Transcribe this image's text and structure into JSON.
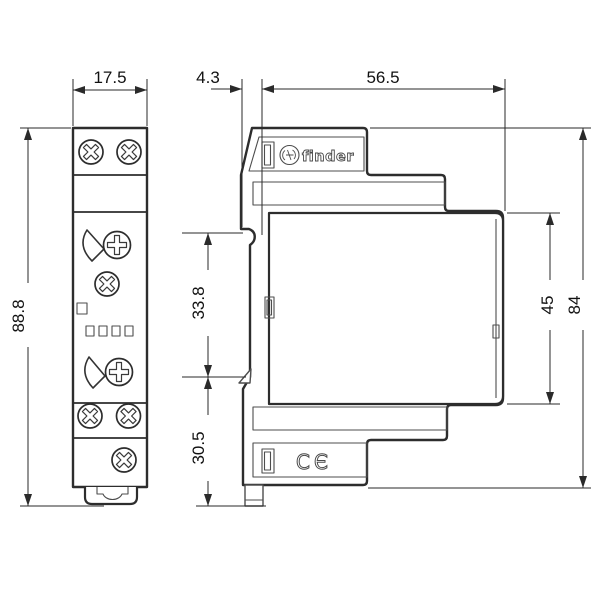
{
  "drawing": {
    "brand_label": "finder",
    "ce_label": "CЄ",
    "dimensions": {
      "front_width_mm": "17.5",
      "front_height_mm": "88.8",
      "rail_offset_mm": "4.3",
      "depth_mm": "56.5",
      "rail_upper_mm": "33.8",
      "rail_lower_mm": "30.5",
      "body_height_mm": "45",
      "module_height_mm": "84"
    }
  }
}
